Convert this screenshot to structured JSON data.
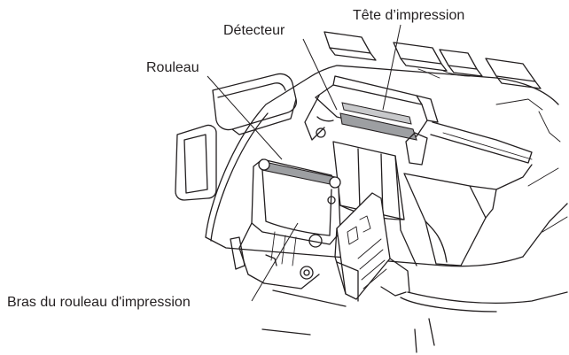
{
  "labels": {
    "print_head": "Tête d’impression",
    "sensor": "Détecteur",
    "roller": "Rouleau",
    "print_roller_arm": "Bras du rouleau d'impression"
  }
}
